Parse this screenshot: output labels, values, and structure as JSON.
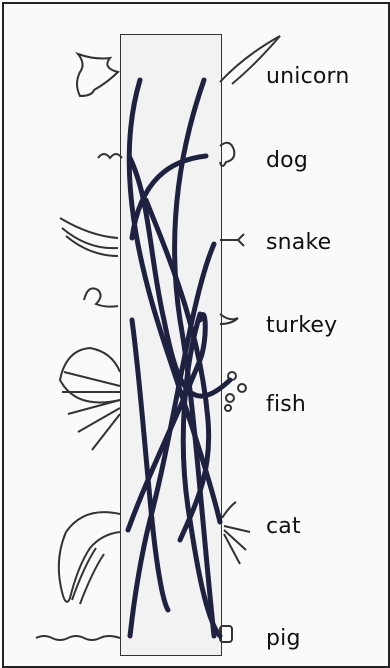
{
  "labels": {
    "unicorn": "unicorn",
    "dog": "dog",
    "snake": "snake",
    "turkey": "turkey",
    "fish": "fish",
    "cat": "cat",
    "pig": "pig"
  },
  "colors": {
    "line": "#1f2140",
    "sketch": "#333333"
  }
}
